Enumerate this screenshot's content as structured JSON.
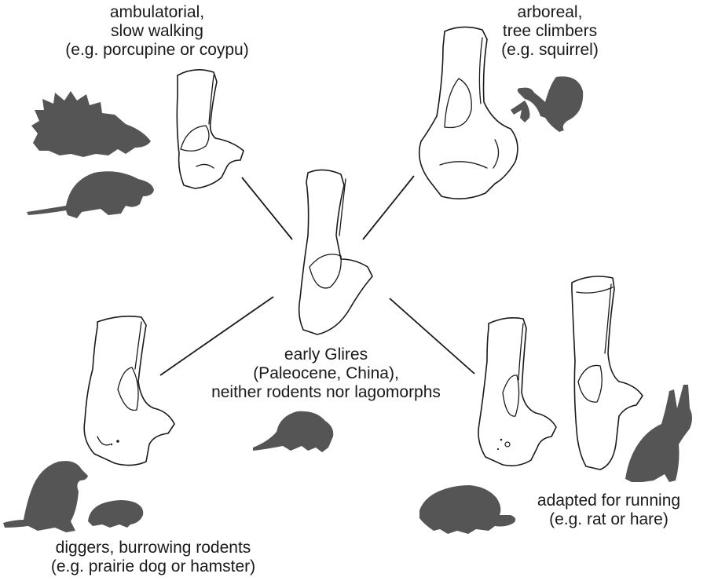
{
  "labels": {
    "ambulatorial": [
      "ambulatorial,",
      "slow walking",
      "(e.g. porcupine or coypu)"
    ],
    "arboreal": [
      "arboreal,",
      "tree climbers",
      "(e.g. squirrel)"
    ],
    "early_glires": [
      "early Glires",
      "(Paleocene, China),",
      "neither rodents nor lagomorphs"
    ],
    "running": [
      "adapted for running",
      "(e.g. rat or hare)"
    ],
    "diggers": [
      "diggers, burrowing rodents",
      "(e.g. prairie dog or hamster)"
    ]
  },
  "colors": {
    "silhouette": "#555555",
    "outline": "#1a1a1a",
    "background": "#ffffff"
  }
}
